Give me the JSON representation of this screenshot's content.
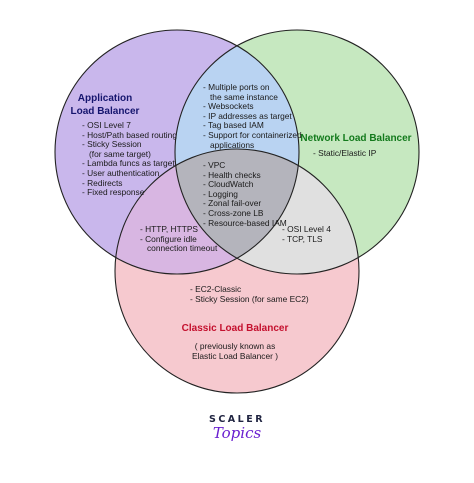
{
  "colors": {
    "alb_fill": "#c9b7ec",
    "nlb_fill": "#c6e8c0",
    "clb_fill": "#f6c9cf",
    "alb_nlb_overlap": "#b9d3f2",
    "alb_clb_overlap": "#d8b6e2",
    "nlb_clb_overlap": "#e0e0e0",
    "center_overlap": "#b4b4bc",
    "alb_title": "#15156e",
    "nlb_title": "#137a1c",
    "clb_title": "#c4102e",
    "outline": "#222222"
  },
  "sets": {
    "alb": {
      "title": [
        "Application",
        "Load Balancer"
      ]
    },
    "nlb": {
      "title": [
        "Network Load Balancer"
      ]
    },
    "clb": {
      "title": [
        "Classic Load Balancer"
      ]
    }
  },
  "regions": {
    "alb_only": [
      "- OSI Level 7",
      "- Host/Path based routing",
      "- Sticky Session",
      "  (for same target)",
      "- Lambda funcs as target",
      "- User authentication",
      "- Redirects",
      "- Fixed response"
    ],
    "nlb_only": [
      "- Static/Elastic IP"
    ],
    "alb_nlb": [
      "- Multiple ports on",
      "  the same instance",
      "- Websockets",
      "- IP addresses as target",
      "- Tag based IAM",
      "- Support for containerized",
      "  applications"
    ],
    "all_three": [
      "- VPC",
      "- Health checks",
      "- CloudWatch",
      "- Logging",
      "- Zonal fail-over",
      "- Cross-zone LB",
      "- Resource-based IAM"
    ],
    "alb_clb": [
      "- HTTP, HTTPS",
      "- Configure idle",
      "  connection timeout"
    ],
    "nlb_clb": [
      "- OSI Level 4",
      "- TCP, TLS"
    ],
    "clb_only": [
      "- EC2-Classic",
      "- Sticky Session (for same EC2)"
    ],
    "clb_note": [
      "( previously known as",
      "Elastic Load Balancer )"
    ]
  },
  "brand": {
    "top": "SCALER",
    "bottom": "Topics"
  }
}
